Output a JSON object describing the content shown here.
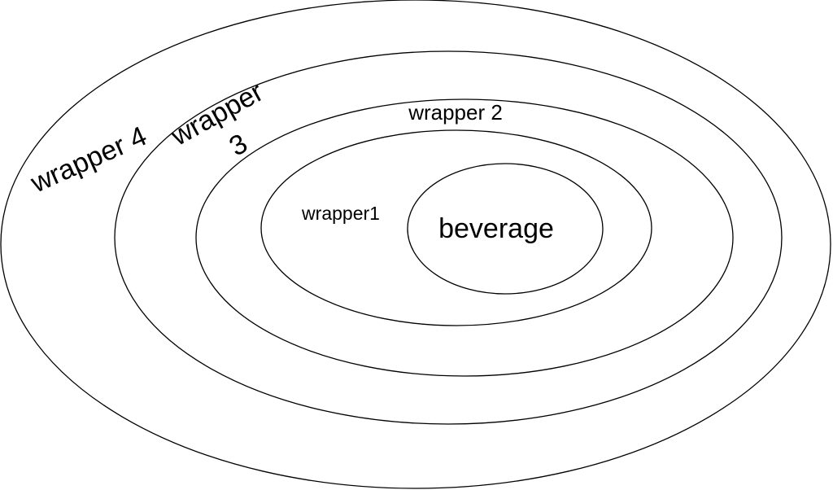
{
  "diagram": {
    "type": "nested-ellipses",
    "stroke_color": "#000000",
    "background_color": "#ffffff",
    "labels": {
      "outer": "wrapper 4",
      "third_line1": "wrapper",
      "third_line2": "3",
      "second": "wrapper 2",
      "first": "wrapper1",
      "core": "beverage"
    }
  }
}
